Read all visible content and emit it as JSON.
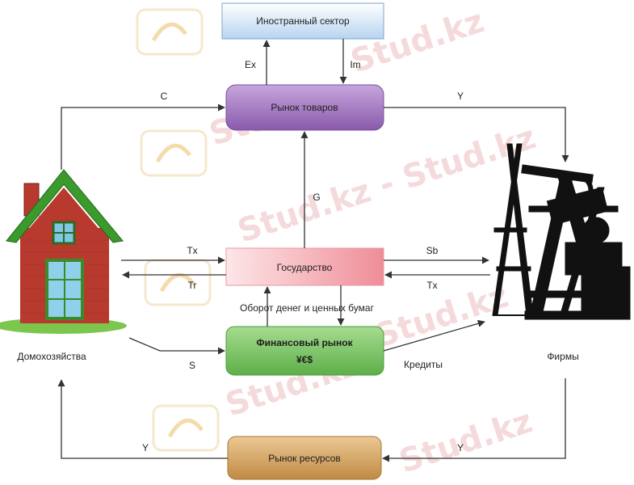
{
  "boxes": {
    "foreign": "Иностранный сектор",
    "goods_market": "Рынок товаров",
    "government": "Государство",
    "financial_market_line1": "Финансовый рынок",
    "financial_market_line2": "¥€$",
    "resource_market": "Рынок ресурсов"
  },
  "nodes": {
    "households": "Домохозяйства",
    "firms": "Фирмы"
  },
  "flows": {
    "ex": "Ex",
    "im": "Im",
    "c": "C",
    "y_goods": "Y",
    "g": "G",
    "tx_households": "Tx",
    "tr": "Tr",
    "sb": "Sb",
    "tx_firms": "Tx",
    "money_turnover": "Оборот денег и ценных бумаг",
    "s": "S",
    "credits": "Кредиты",
    "y_resources_left": "Y",
    "y_resources_right": "Y"
  },
  "watermark": [
    "Stud.kz",
    "Stud.kz - Stud.kz",
    "Stud.kz",
    "Stud.kz",
    "Stud.kz",
    "Stud.kz"
  ],
  "colors": {
    "foreign_box": "#c9dff4",
    "goods_box": "#a077c0",
    "government_box": "#f5b6bc",
    "financial_box": "#7ec86a",
    "resource_box": "#d2a160",
    "arrow": "#333333",
    "house_roof": "#3a9a2c",
    "house_wall": "#b83a2e"
  }
}
